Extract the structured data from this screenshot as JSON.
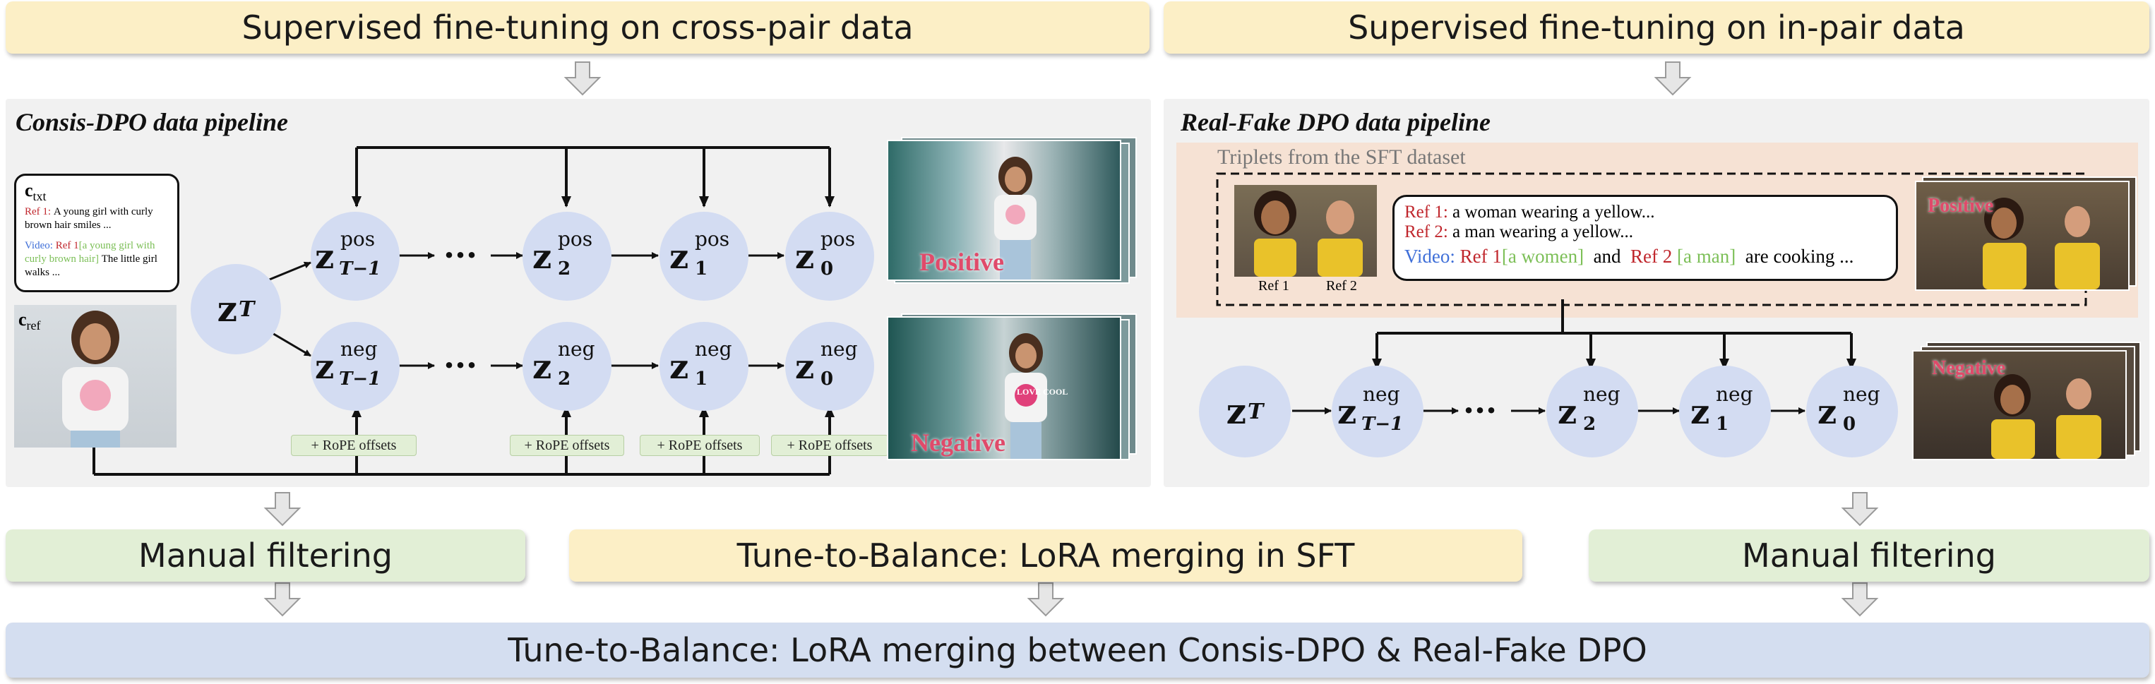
{
  "top_left_banner": "Supervised fine-tuning on cross-pair data",
  "top_right_banner": "Supervised fine-tuning on in-pair data",
  "consis": {
    "title": "Consis-DPO data pipeline",
    "ctxt_label_main": "c",
    "ctxt_label_sub": "txt",
    "ref1_label": "Ref 1:",
    "ref1_text": "A young girl with curly brown hair smiles ...",
    "video_label": "Video:",
    "video_ref": "Ref 1",
    "video_ref_desc": "[a young girl with curly brown hair]",
    "video_text": "The little girl walks ...",
    "cref_label_main": "c",
    "cref_label_sub": "ref",
    "node_start_main": "z",
    "node_start_sub": "T",
    "pos_sup": "pos",
    "neg_sup": "neg",
    "sub_tm1": "T−1",
    "sub_2": "2",
    "sub_1": "1",
    "sub_0": "0",
    "ellipsis": "···",
    "rope_labels": [
      "+ RoPE offsets",
      "+ RoPE offsets",
      "+ RoPE offsets",
      "+ RoPE offsets"
    ],
    "positive_label": "Positive",
    "negative_label": "Negative",
    "shirt_text": "LOVE COOL"
  },
  "realfake": {
    "title": "Real-Fake DPO data pipeline",
    "triplets_label": "Triplets from the SFT dataset",
    "ref1_caption": "Ref 1",
    "ref2_caption": "Ref 2",
    "ref1_label": "Ref 1:",
    "ref1_text": "a woman wearing a yellow...",
    "ref2_label": "Ref 2:",
    "ref2_text": "a man wearing a yellow...",
    "video_label": "Video:",
    "video_ref1": "Ref 1",
    "video_ref1_desc": "[a women]",
    "video_and": "and",
    "video_ref2": "Ref 2",
    "video_ref2_desc": "[a man]",
    "video_text": "are cooking ...",
    "positive_label": "Positive",
    "negative_label": "Negative"
  },
  "bottom": {
    "manual_left": "Manual filtering",
    "tune_sft": "Tune-to-Balance: LoRA merging in SFT",
    "manual_right": "Manual filtering",
    "final": "Tune-to-Balance: LoRA merging between Consis-DPO & Real-Fake DPO"
  },
  "colors": {
    "banner_yellow": "#fcefc6",
    "banner_green": "#e2efd6",
    "banner_blue": "#d4def0",
    "node_fill": "#d3dcf2",
    "ref_red": "#c0272d",
    "video_blue": "#3f6fd8",
    "desc_green": "#7cbf57"
  }
}
